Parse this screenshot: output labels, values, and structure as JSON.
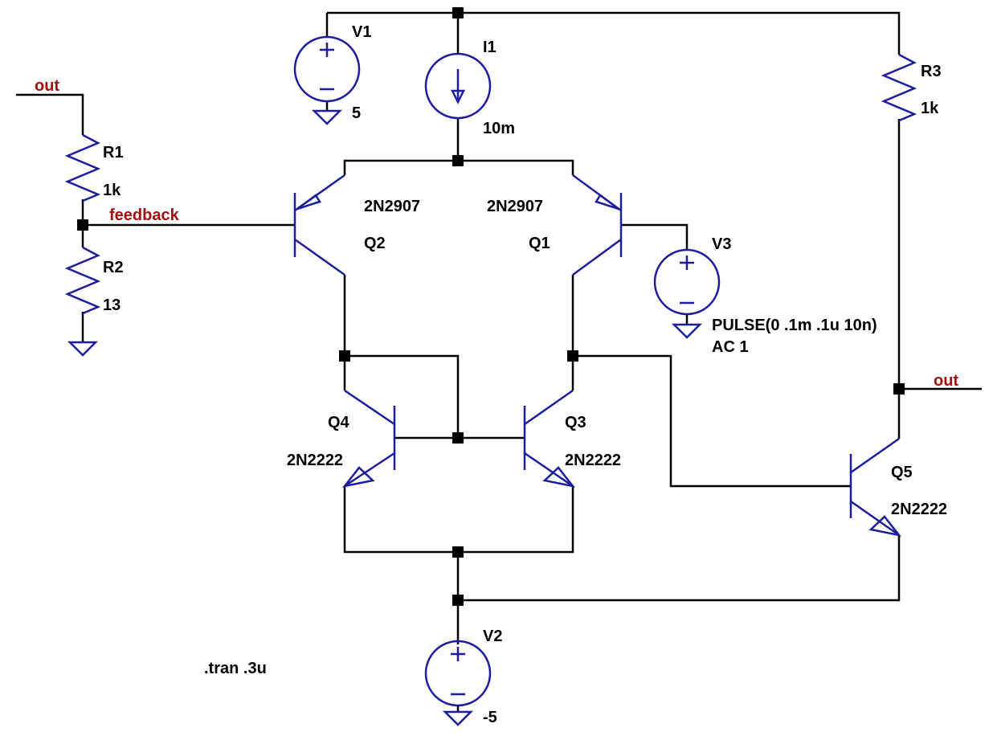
{
  "colors": {
    "wire": "#000000",
    "symbol": "#1c1c9c",
    "net_label": "#a01010",
    "background": "#ffffff"
  },
  "components": {
    "V1": {
      "name": "V1",
      "value": "5"
    },
    "V2": {
      "name": "V2",
      "value": "-5"
    },
    "V3": {
      "name": "V3",
      "value": "PULSE(0 .1m .1u 10n)",
      "value2": "AC 1"
    },
    "I1": {
      "name": "I1",
      "value": "10m"
    },
    "R1": {
      "name": "R1",
      "value": "1k"
    },
    "R2": {
      "name": "R2",
      "value": "13"
    },
    "R3": {
      "name": "R3",
      "value": "1k"
    },
    "Q1": {
      "name": "Q1",
      "model": "2N2907"
    },
    "Q2": {
      "name": "Q2",
      "model": "2N2907"
    },
    "Q3": {
      "name": "Q3",
      "model": "2N2222"
    },
    "Q4": {
      "name": "Q4",
      "model": "2N2222"
    },
    "Q5": {
      "name": "Q5",
      "model": "2N2222"
    }
  },
  "nets": {
    "out_left": "out",
    "out_right": "out",
    "feedback": "feedback"
  },
  "directive": ".tran .3u",
  "icons": [
    "voltage-source-icon",
    "current-source-icon",
    "resistor-icon",
    "pnp-transistor-icon",
    "npn-transistor-icon",
    "ground-icon"
  ]
}
